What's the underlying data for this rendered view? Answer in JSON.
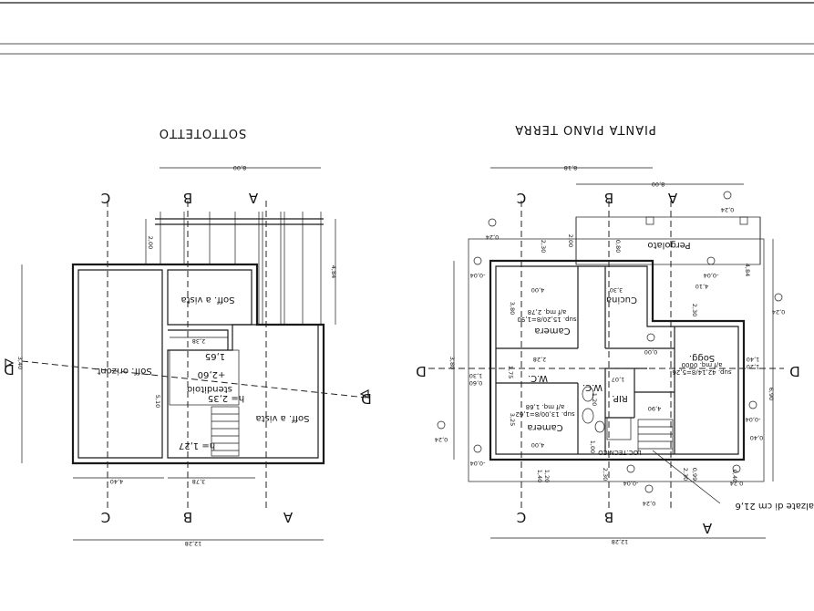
{
  "left_plan": {
    "title": "SOTTOTETTO",
    "labels": {
      "soff_orizzont": "Soff. orizont.",
      "soff_vista_1": "Soff. a vista",
      "soff_vista_2": "Soff. a vista",
      "stenditoio": "stenditoio",
      "h_value": "h= 2,35",
      "h_127": "h= 1,27",
      "lvl_260": "+2,60",
      "lvl_165": "1,65"
    },
    "dimensions": [
      "8,00",
      "2,00",
      "4,84",
      "2,38",
      "5,10",
      "4,40",
      "3,78",
      "12,28",
      "3,40"
    ],
    "sections": [
      "C",
      "B",
      "A",
      "C",
      "B",
      "A",
      "D",
      "D"
    ]
  },
  "right_plan": {
    "title": "PIANTA PIANO TERRA",
    "labels": {
      "pergolato": "Pergolato",
      "cucina": "Cucina",
      "camera_top": "Camera",
      "camera_bottom": "Camera",
      "wc_1": "W.C.",
      "wc_2": "W.C.",
      "rip": "RIP.",
      "sogg": "Sogg.",
      "loc_tecnico": "LOC.TECNICO",
      "sup_camera_top": "sup. 15,20/8=1,90",
      "af_camera_top": "a/f mq. 2,78",
      "sup_sogg": "sup. 42,14/8=5,26",
      "af_sogg": "a/f mq. 0000",
      "sup_camera_bottom": "sup. 13,00/8=1,62",
      "af_camera_bottom": "a/f mq. 1,68",
      "alzate": "alzate di cm 21,6"
    },
    "levels": [
      "0,24",
      "0,24",
      "-0,04",
      "-0,04",
      "0,24",
      "0,00",
      "-0,04",
      "0,24",
      "-0,04",
      "-0,04",
      "0,24",
      "0,24"
    ],
    "dimensions": [
      "8,18",
      "8,00",
      "2,30",
      "0,80",
      "2,00",
      "4,84",
      "4,00",
      "3,80",
      "3,30",
      "3,80",
      "4,10",
      "2,30",
      "2,28",
      "1,75",
      "1,30",
      "0,60",
      "3,25",
      "4,90",
      "1,40",
      "1,20",
      "0,40",
      "0,40",
      "2,30",
      "0,99",
      "1,40",
      "1,20",
      "2,30",
      "12,28",
      "6,90",
      "1,07",
      "1,20",
      "1,00"
    ],
    "sections": [
      "C",
      "B",
      "A",
      "C",
      "B",
      "A",
      "D",
      "D"
    ]
  }
}
